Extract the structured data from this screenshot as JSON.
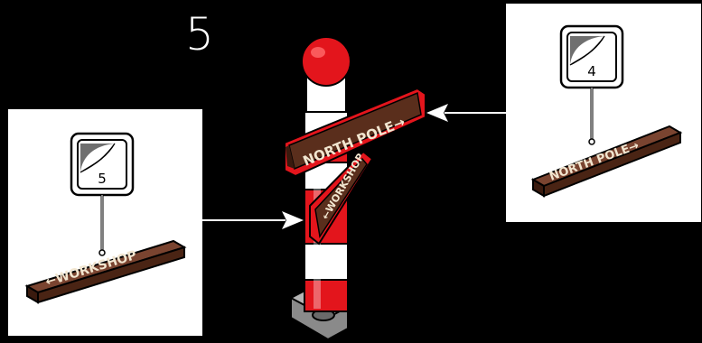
{
  "step": {
    "number": "5"
  },
  "callout_left": {
    "part_count": "5",
    "sign_text": "←WORKSHOP"
  },
  "callout_right": {
    "part_count": "4",
    "sign_text": "NORTH POLE→"
  },
  "main_model": {
    "sign_top_text": "NORTH POLE→",
    "sign_bottom_text": "←WORKSHOP"
  },
  "colors": {
    "background": "#000000",
    "callout_bg": "#ffffff",
    "tile_brown": "#5a2e1c",
    "tile_brown_dark": "#3a1a0e",
    "pole_red": "#e3151c",
    "pole_white": "#ffffff",
    "sign_text": "#f2e6d0",
    "arrow": "#ffffff"
  },
  "icons": [
    "sticker-sheet-icon",
    "arrow-right-icon",
    "arrow-left-icon"
  ]
}
